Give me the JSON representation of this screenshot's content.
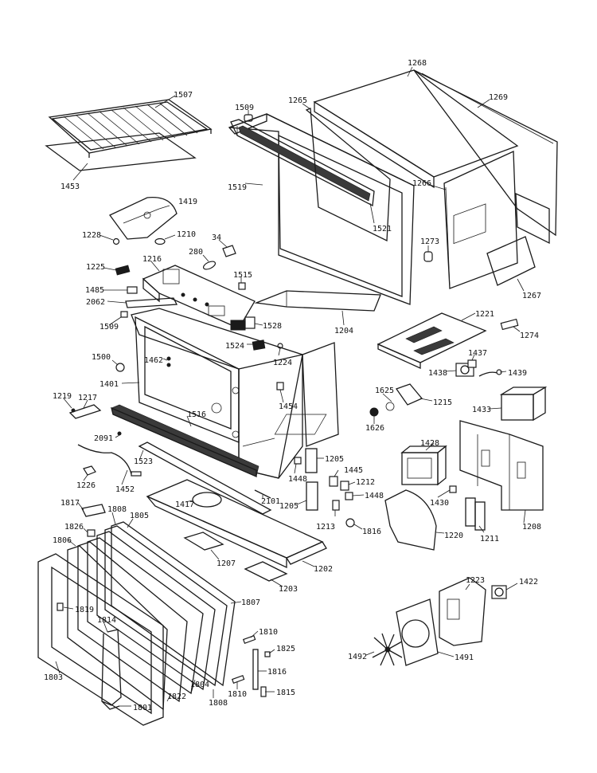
{
  "callouts": [
    {
      "id": "p1507",
      "text": "1507"
    },
    {
      "id": "p1453",
      "text": "1453"
    },
    {
      "id": "p1509a",
      "text": "1509"
    },
    {
      "id": "p1265",
      "text": "1265"
    },
    {
      "id": "p1268",
      "text": "1268"
    },
    {
      "id": "p1269",
      "text": "1269"
    },
    {
      "id": "p1519",
      "text": "1519"
    },
    {
      "id": "p1521",
      "text": "1521"
    },
    {
      "id": "p1266",
      "text": "1266"
    },
    {
      "id": "p1419",
      "text": "1419"
    },
    {
      "id": "p1228",
      "text": "1228"
    },
    {
      "id": "p1210",
      "text": "1210"
    },
    {
      "id": "p34",
      "text": "34"
    },
    {
      "id": "p280",
      "text": "280"
    },
    {
      "id": "p1273",
      "text": "1273"
    },
    {
      "id": "p1267",
      "text": "1267"
    },
    {
      "id": "p1225",
      "text": "1225"
    },
    {
      "id": "p1216",
      "text": "1216"
    },
    {
      "id": "p1515",
      "text": "1515"
    },
    {
      "id": "p1485",
      "text": "1485"
    },
    {
      "id": "p2062",
      "text": "2062"
    },
    {
      "id": "p1509b",
      "text": "1509"
    },
    {
      "id": "p1528",
      "text": "1528"
    },
    {
      "id": "p1204",
      "text": "1204"
    },
    {
      "id": "p1221",
      "text": "1221"
    },
    {
      "id": "p1274",
      "text": "1274"
    },
    {
      "id": "p1524",
      "text": "1524"
    },
    {
      "id": "p1224",
      "text": "1224"
    },
    {
      "id": "p1437",
      "text": "1437"
    },
    {
      "id": "p1462",
      "text": "1462"
    },
    {
      "id": "p1500",
      "text": "1500"
    },
    {
      "id": "p1438",
      "text": "1438"
    },
    {
      "id": "p1439",
      "text": "1439"
    },
    {
      "id": "p1401",
      "text": "1401"
    },
    {
      "id": "p1454",
      "text": "1454"
    },
    {
      "id": "p1625",
      "text": "1625"
    },
    {
      "id": "p1215",
      "text": "1215"
    },
    {
      "id": "p1219",
      "text": "1219"
    },
    {
      "id": "p1217",
      "text": "1217"
    },
    {
      "id": "p1516",
      "text": "1516"
    },
    {
      "id": "p1433",
      "text": "1433"
    },
    {
      "id": "p1626",
      "text": "1626"
    },
    {
      "id": "p2091",
      "text": "2091"
    },
    {
      "id": "p1428",
      "text": "1428"
    },
    {
      "id": "p1205a",
      "text": "1205"
    },
    {
      "id": "p1523",
      "text": "1523"
    },
    {
      "id": "p1445",
      "text": "1445"
    },
    {
      "id": "p1226",
      "text": "1226"
    },
    {
      "id": "p1452",
      "text": "1452"
    },
    {
      "id": "p1448a",
      "text": "1448"
    },
    {
      "id": "p1212",
      "text": "1212"
    },
    {
      "id": "p1448b",
      "text": "1448"
    },
    {
      "id": "p1430",
      "text": "1430"
    },
    {
      "id": "p2101",
      "text": "2101"
    },
    {
      "id": "p1205b",
      "text": "1205"
    },
    {
      "id": "p1817",
      "text": "1817"
    },
    {
      "id": "p1417",
      "text": "1417"
    },
    {
      "id": "p1808a",
      "text": "1808"
    },
    {
      "id": "p1805",
      "text": "1805"
    },
    {
      "id": "p1213",
      "text": "1213"
    },
    {
      "id": "p1816a",
      "text": "1816"
    },
    {
      "id": "p1220",
      "text": "1220"
    },
    {
      "id": "p1211",
      "text": "1211"
    },
    {
      "id": "p1208",
      "text": "1208"
    },
    {
      "id": "p1826",
      "text": "1826"
    },
    {
      "id": "p1806",
      "text": "1806"
    },
    {
      "id": "p1207",
      "text": "1207"
    },
    {
      "id": "p1202",
      "text": "1202"
    },
    {
      "id": "p1203",
      "text": "1203"
    },
    {
      "id": "p1223",
      "text": "1223"
    },
    {
      "id": "p1422",
      "text": "1422"
    },
    {
      "id": "p1807",
      "text": "1807"
    },
    {
      "id": "p1819",
      "text": "1819"
    },
    {
      "id": "p1814",
      "text": "1814"
    },
    {
      "id": "p1810a",
      "text": "1810"
    },
    {
      "id": "p1825",
      "text": "1825"
    },
    {
      "id": "p1492",
      "text": "1492"
    },
    {
      "id": "p1491",
      "text": "1491"
    },
    {
      "id": "p1816b",
      "text": "1816"
    },
    {
      "id": "p1803",
      "text": "1803"
    },
    {
      "id": "p1804",
      "text": "1804"
    },
    {
      "id": "p1810b",
      "text": "1810"
    },
    {
      "id": "p1815",
      "text": "1815"
    },
    {
      "id": "p1822",
      "text": "1822"
    },
    {
      "id": "p1808b",
      "text": "1808"
    },
    {
      "id": "p1801",
      "text": "1801"
    }
  ]
}
